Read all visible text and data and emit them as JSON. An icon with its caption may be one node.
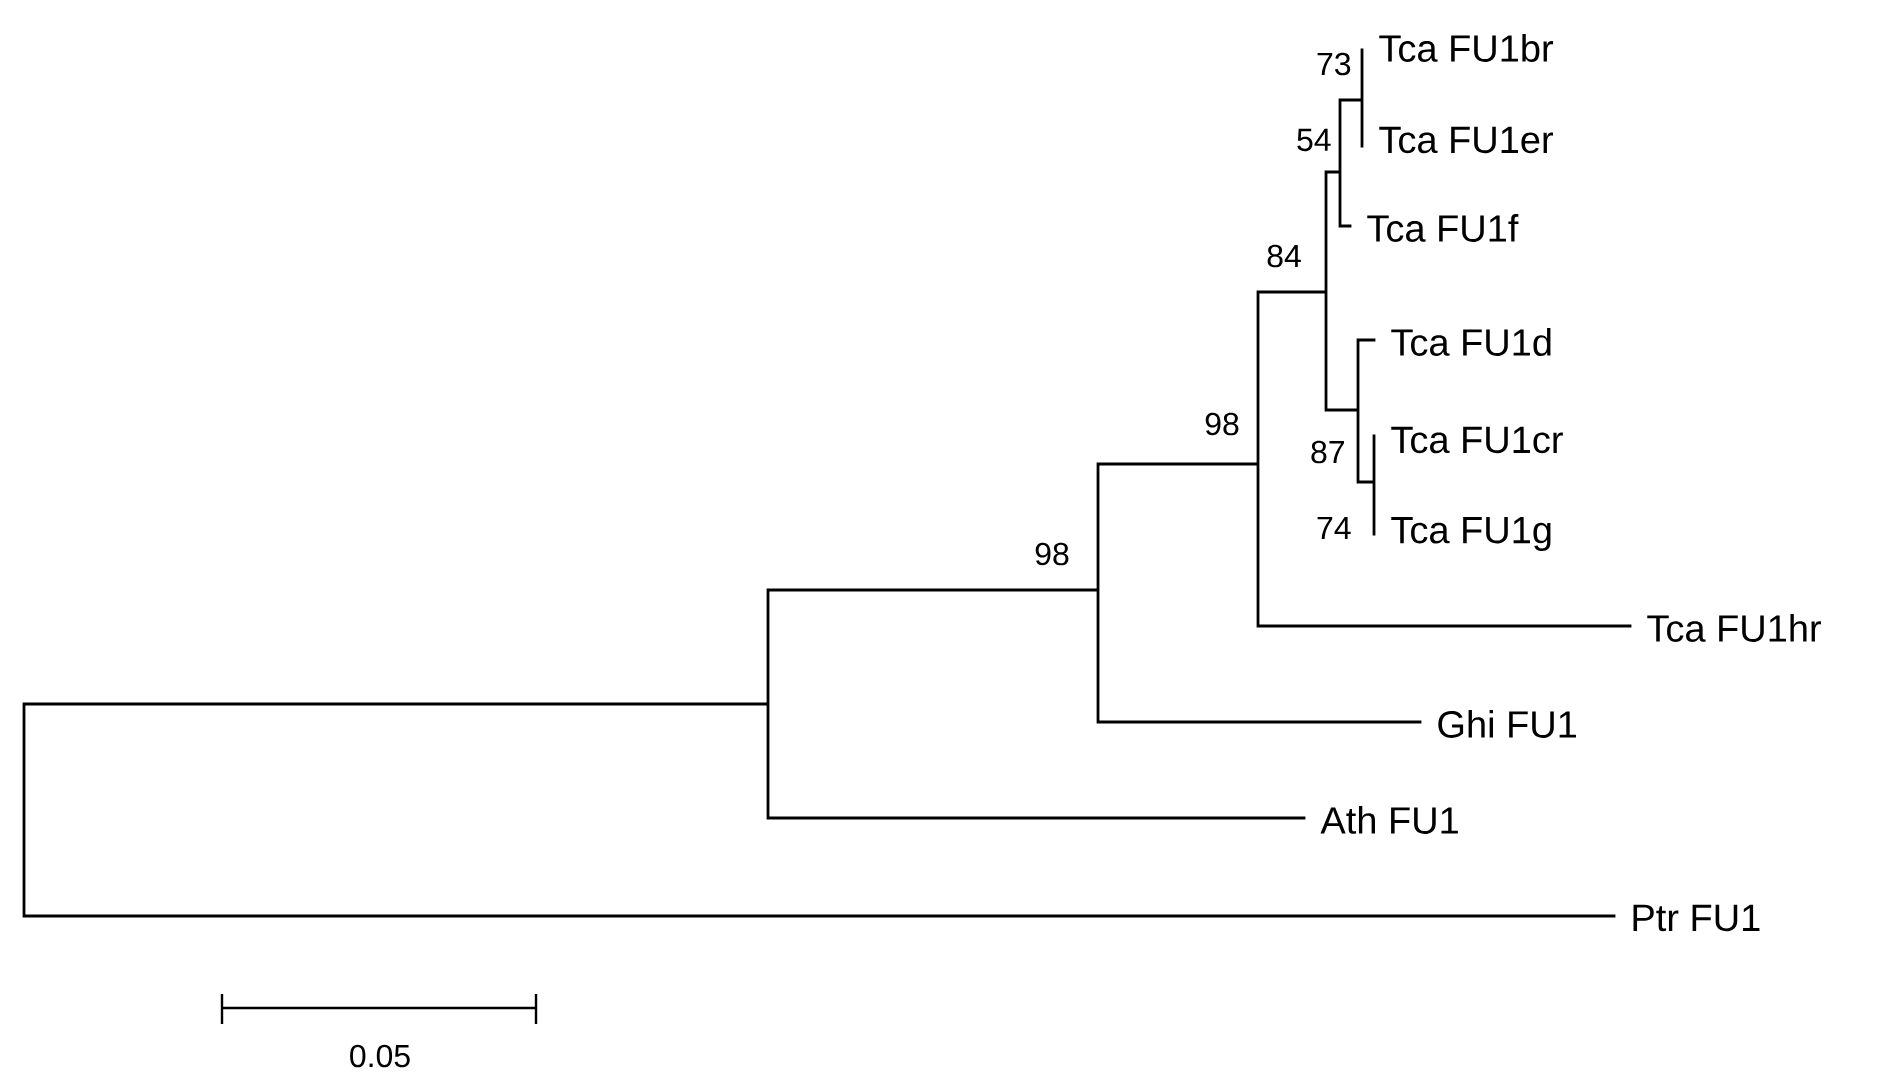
{
  "diagram": {
    "labels": [
      "Tca FU1br",
      "73",
      "54",
      "Tca FU1er",
      "Tca FU1f",
      "84",
      "Tca FU1d",
      "98",
      "87",
      "Tca FU1cr",
      "74",
      "Tca FU1g",
      "98",
      "Tca FU1hr",
      "Ghi FU1",
      "Ath FU1",
      "Ptr FU1",
      "0.05"
    ]
  }
}
